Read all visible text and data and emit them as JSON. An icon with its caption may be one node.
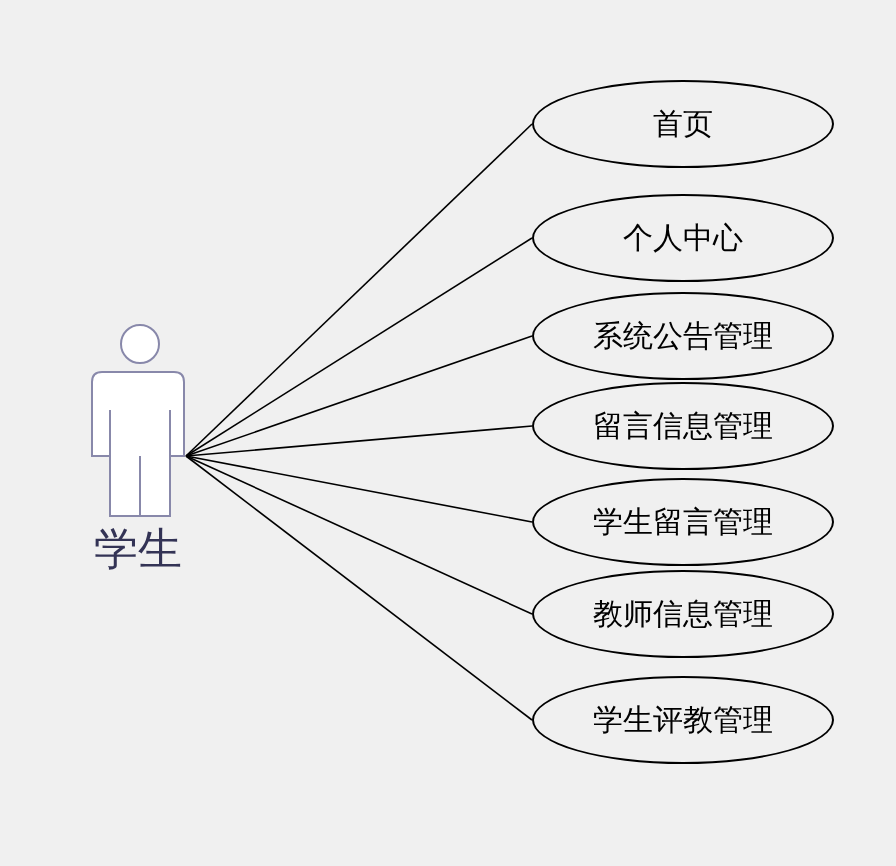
{
  "diagram": {
    "nodes": [
      {
        "text": [
          "学生"
        ]
      },
      {
        "text": [
          "首页"
        ]
      },
      {
        "text": [
          "个人中心"
        ]
      },
      {
        "text": [
          "系统公告管理"
        ]
      },
      {
        "text": [
          "留言信息管理"
        ]
      },
      {
        "text": [
          "学生留言管理"
        ]
      },
      {
        "text": [
          "教师信息管理"
        ]
      },
      {
        "text": [
          "学生评教管理"
        ]
      }
    ],
    "edges": [
      {
        "from": 0,
        "to": 1,
        "arrow": "none"
      },
      {
        "from": 0,
        "to": 2,
        "arrow": "none"
      },
      {
        "from": 0,
        "to": 3,
        "arrow": "none"
      },
      {
        "from": 0,
        "to": 4,
        "arrow": "none"
      },
      {
        "from": 0,
        "to": 5,
        "arrow": "none"
      },
      {
        "from": 0,
        "to": 6,
        "arrow": "none"
      },
      {
        "from": 0,
        "to": 7,
        "arrow": "none"
      }
    ]
  }
}
